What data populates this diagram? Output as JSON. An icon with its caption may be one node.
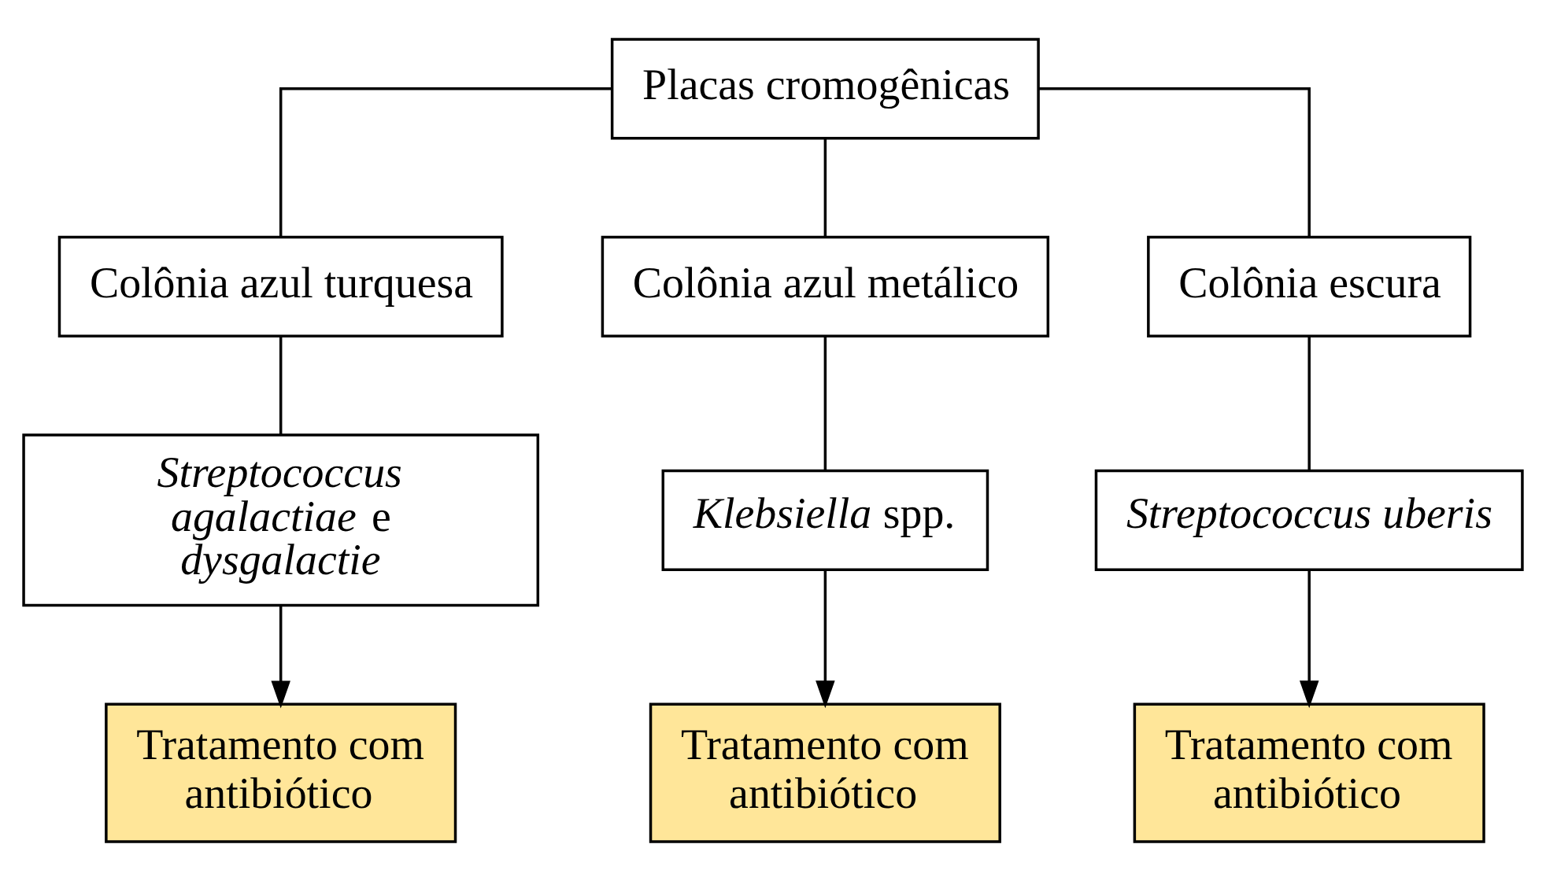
{
  "diagram": {
    "nodes": [
      {
        "text": [
          "Placas cromogênicas"
        ]
      },
      {
        "text": [
          "Colônia azul turquesa"
        ]
      },
      {
        "text": [
          "Colônia azul metálico"
        ]
      },
      {
        "text": [
          "Colônia escura"
        ]
      },
      {
        "text": [
          "*Streptococcus agalactiae* e *dysgalactie*"
        ]
      },
      {
        "text": [
          "*Klebsiella* spp."
        ]
      },
      {
        "text": [
          "Streptococcus uberis"
        ]
      },
      {
        "text": [
          "Tratamento com antibiótico"
        ]
      },
      {
        "text": [
          "Tratamento com antibiótico"
        ]
      },
      {
        "text": [
          "Tratamento com antibiótico"
        ]
      }
    ],
    "edges": [
      {
        "from": 0,
        "to": 1,
        "arrow": "none"
      },
      {
        "from": 0,
        "to": 2,
        "arrow": "none"
      },
      {
        "from": 0,
        "to": 3,
        "arrow": "none"
      },
      {
        "from": 1,
        "to": 4,
        "arrow": "none"
      },
      {
        "from": 2,
        "to": 5,
        "arrow": "none"
      },
      {
        "from": 3,
        "to": 6,
        "arrow": "none"
      },
      {
        "from": 4,
        "to": 7,
        "arrow": "to"
      },
      {
        "from": 5,
        "to": 8,
        "arrow": "to"
      },
      {
        "from": 6,
        "to": 9,
        "arrow": "to"
      }
    ]
  }
}
